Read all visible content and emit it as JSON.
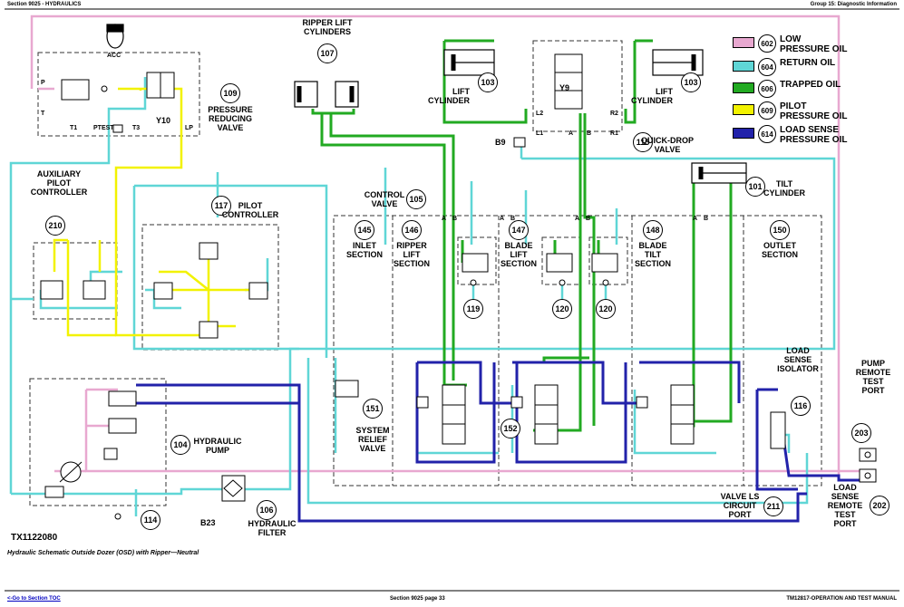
{
  "header": {
    "left": "Section 9025 - HYDRAULICS",
    "right": "Group 15: Diagnostic Information"
  },
  "footer": {
    "left": "<-Go to Section TOC",
    "center": "Section 9025 page 33",
    "right": "TM12817-OPERATION AND TEST MANUAL"
  },
  "figure_id": "TX1122080",
  "caption": "Hydraulic Schematic Outside Dozer (OSD) with Ripper—Neutral",
  "legend": [
    {
      "num": "602",
      "line1": "LOW",
      "line2": "PRESSURE OIL",
      "color": "#e8a8d0"
    },
    {
      "num": "604",
      "line1": "RETURN OIL",
      "line2": "",
      "color": "#5fd6d6"
    },
    {
      "num": "606",
      "line1": "TRAPPED OIL",
      "line2": "",
      "color": "#22aa22"
    },
    {
      "num": "609",
      "line1": "PILOT",
      "line2": "PRESSURE OIL",
      "color": "#f2f200"
    },
    {
      "num": "614",
      "line1": "LOAD SENSE",
      "line2": "PRESSURE OIL",
      "color": "#2222aa"
    }
  ],
  "components": {
    "c107": {
      "num": "107",
      "label1": "RIPPER LIFT",
      "label2": "CYLINDERS"
    },
    "c103a": {
      "num": "103",
      "label1": "LIFT",
      "label2": "CYLINDER"
    },
    "c103b": {
      "num": "103",
      "label1": "LIFT",
      "label2": "CYLINDER"
    },
    "c115": {
      "num": "115",
      "label1": "QUICK-DROP",
      "label2": "VALVE"
    },
    "c109": {
      "num": "109",
      "label1": "PRESSURE",
      "label2": "REDUCING",
      "label3": "VALVE"
    },
    "c101": {
      "num": "101",
      "label1": "TILT",
      "label2": "CYLINDER"
    },
    "c105": {
      "num": "105",
      "label1": "CONTROL",
      "label2": "VALVE"
    },
    "c210": {
      "num": "210",
      "label1": "AUXILIARY",
      "label2": "PILOT",
      "label3": "CONTROLLER"
    },
    "c117": {
      "num": "117",
      "label1": "PILOT",
      "label2": "CONTROLLER"
    },
    "c145": {
      "num": "145",
      "label1": "INLET",
      "label2": "SECTION"
    },
    "c146": {
      "num": "146",
      "label1": "RIPPER",
      "label2": "LIFT",
      "label3": "SECTION"
    },
    "c147": {
      "num": "147",
      "label1": "BLADE",
      "label2": "LIFT",
      "label3": "SECTION"
    },
    "c148": {
      "num": "148",
      "label1": "BLADE",
      "label2": "TILT",
      "label3": "SECTION"
    },
    "c150": {
      "num": "150",
      "label1": "OUTLET",
      "label2": "SECTION"
    },
    "c119": {
      "num": "119"
    },
    "c120a": {
      "num": "120"
    },
    "c120b": {
      "num": "120"
    },
    "c151": {
      "num": "151",
      "label1": "SYSTEM",
      "label2": "RELIEF",
      "label3": "VALVE"
    },
    "c152": {
      "num": "152"
    },
    "c116": {
      "num": "116",
      "label1": "LOAD",
      "label2": "SENSE",
      "label3": "ISOLATOR"
    },
    "c104": {
      "num": "104",
      "label1": "HYDRAULIC",
      "label2": "PUMP"
    },
    "c106": {
      "num": "106",
      "label1": "HYDRAULIC",
      "label2": "FILTER"
    },
    "c114": {
      "num": "114"
    },
    "c203": {
      "num": "203",
      "label1": "PUMP",
      "label2": "REMOTE",
      "label3": "TEST",
      "label4": "PORT"
    },
    "c202": {
      "num": "202",
      "label1": "LOAD",
      "label2": "SENSE",
      "label3": "REMOTE",
      "label4": "TEST",
      "label5": "PORT"
    },
    "c211": {
      "num": "211",
      "label1": "VALVE LS",
      "label2": "CIRCUIT",
      "label3": "PORT"
    }
  },
  "port_labels": {
    "acc": "ACC",
    "p": "P",
    "t": "T",
    "t1": "T1",
    "ptest": "PTEST",
    "t3": "T3",
    "lp": "LP",
    "y10": "Y10",
    "y9": "Y9",
    "b9": "B9",
    "b23": "B23",
    "l2": "L2",
    "l1": "L1",
    "r2": "R2",
    "r1": "R1",
    "a": "A",
    "b": "B"
  }
}
